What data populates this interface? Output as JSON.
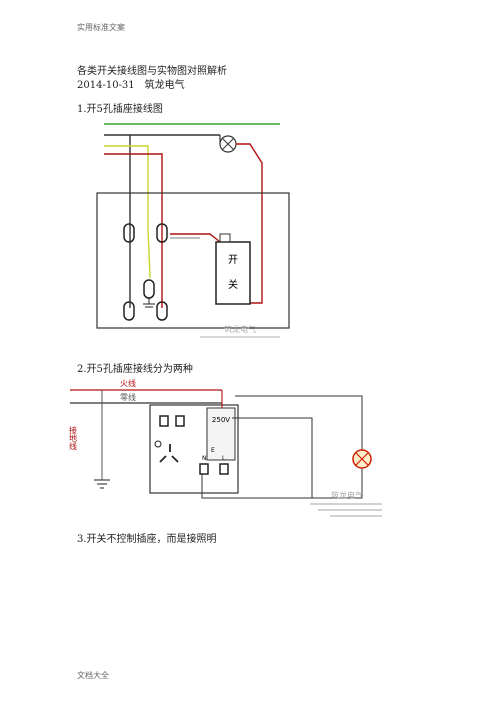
{
  "page": {
    "header": "实用标准文案",
    "footer": "文档大全"
  },
  "article": {
    "title": "各类开关接线图与实物图对照解析",
    "meta": "2014-10-31　筑龙电气"
  },
  "sections": [
    {
      "heading": "1.开5孔插座接线图",
      "diagram": {
        "switch_label_top": "开",
        "switch_label_bottom": "关",
        "watermark": "筑龙电气"
      }
    },
    {
      "heading": "2.开5孔插座接线分为两种",
      "diagram": {
        "fire_label": "火线",
        "zero_label": "零线",
        "ground_label": "接地线",
        "switch_rating": "250V",
        "n_label": "N",
        "l_label": "L",
        "e_label": "E",
        "watermark": "筑龙电气"
      }
    },
    {
      "heading": "3.开关不控制插座，而是接照明"
    }
  ],
  "colors": {
    "line": "#39a52c",
    "neutral": "#333333",
    "earth": "#c8d62b",
    "live": "#b01010",
    "lamp": "#cc2200",
    "box": "#333333"
  }
}
